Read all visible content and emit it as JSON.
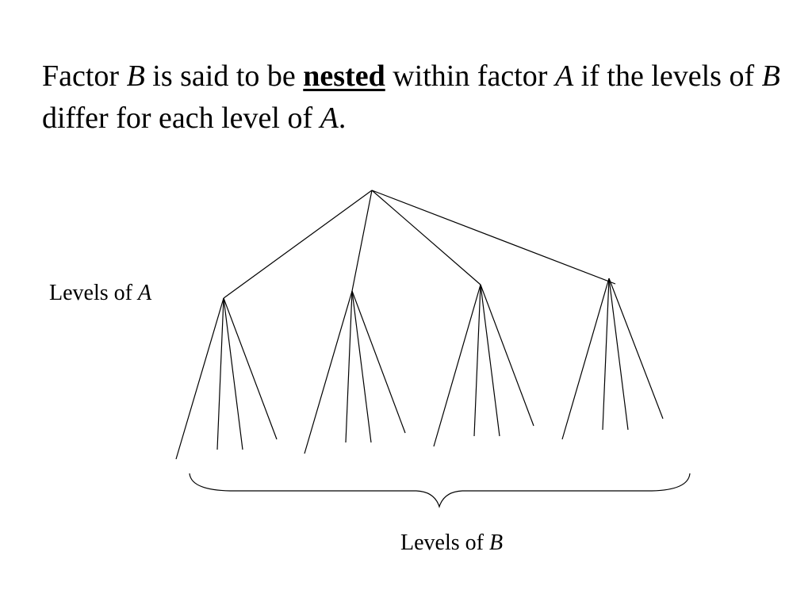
{
  "statement": {
    "part1": "Factor ",
    "var_b1": "B",
    "part2": " is said to be ",
    "term": "nested",
    "part3": " within factor ",
    "var_a1": "A",
    "part4": " if the levels of ",
    "var_b2": "B",
    "part5": " differ for each level of ",
    "var_a2": "A",
    "part6": "."
  },
  "labels": {
    "levels_a_text": "Levels of ",
    "levels_a_var": "A",
    "levels_b_text": "Levels of ",
    "levels_b_var": "B"
  },
  "diagram": {
    "root_count": 1,
    "levels_of_a_count": 4,
    "levels_of_b_per_a": 4
  }
}
